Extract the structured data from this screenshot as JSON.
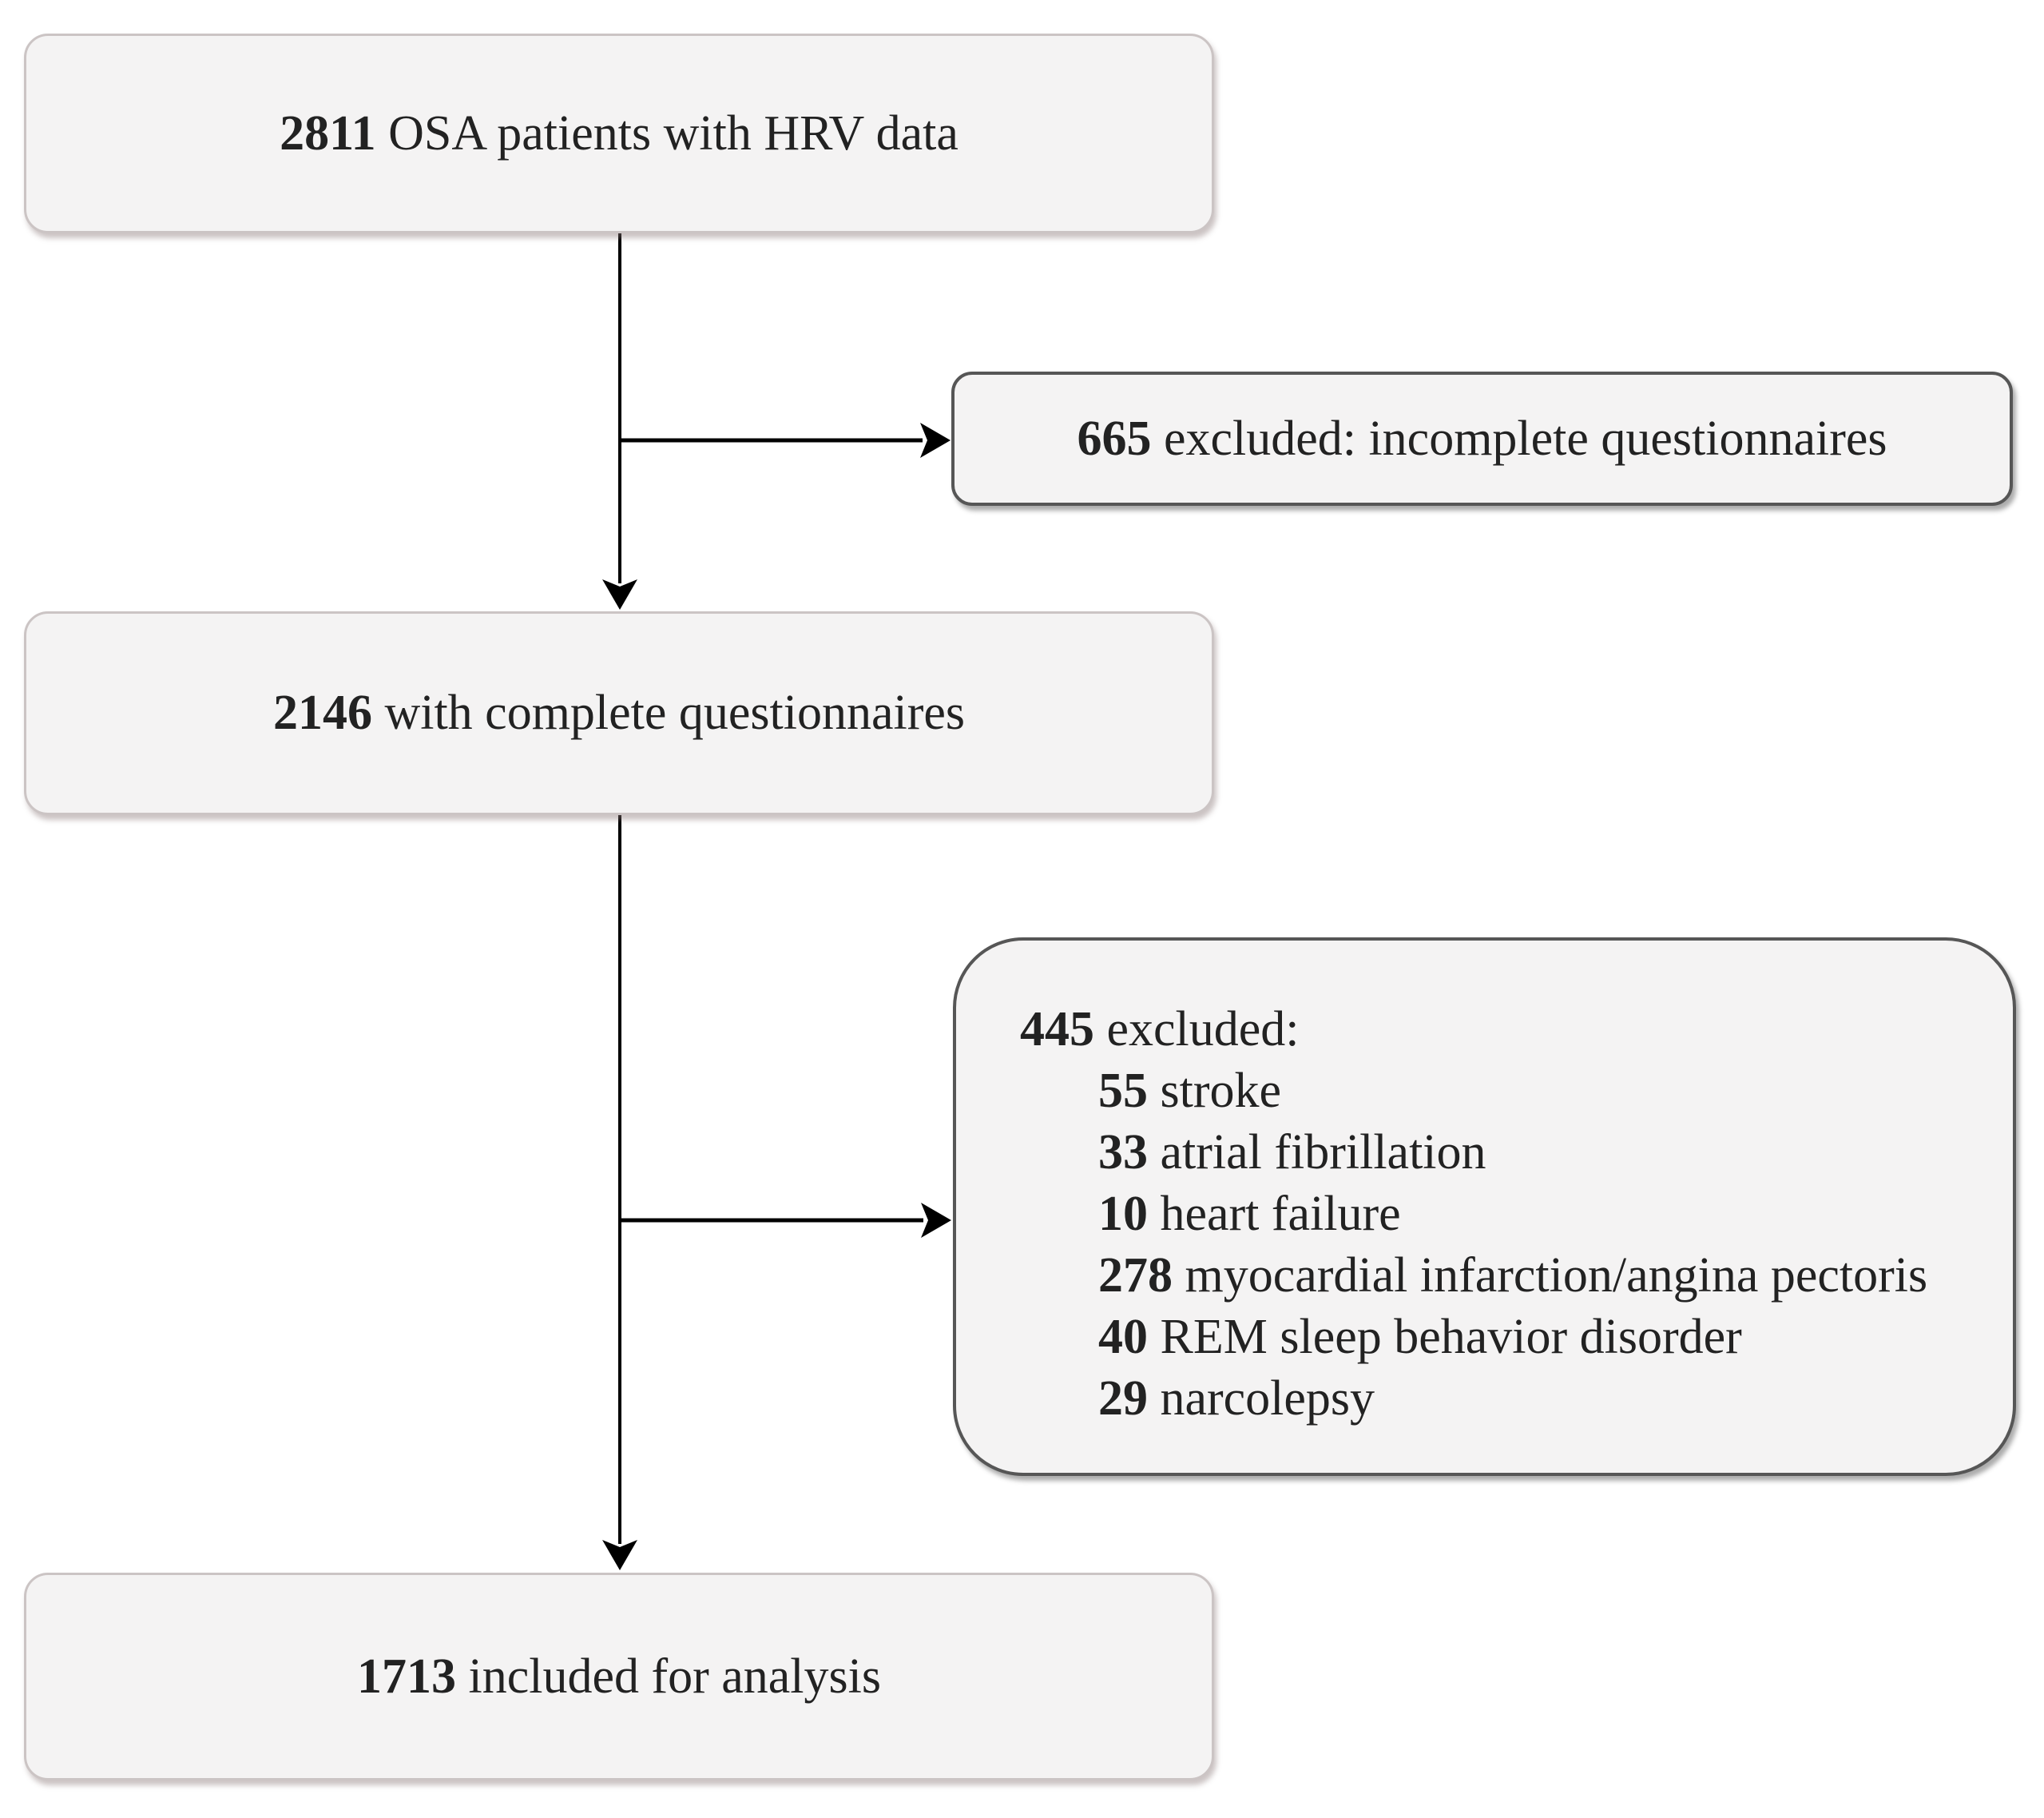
{
  "colors": {
    "box_fill": "#f4f3f3",
    "light_box_border": "#cbc4c4",
    "dark_box_border": "#565656",
    "arrow": "#000000",
    "text": "#222222"
  },
  "nodes": {
    "top": {
      "count": "2811",
      "label": "OSA patients with HRV data"
    },
    "excluded_questionnaires": {
      "count": "665",
      "label": "excluded: incomplete questionnaires"
    },
    "complete_questionnaires": {
      "count": "2146",
      "label": "with complete questionnaires"
    },
    "excluded_comorbidities": {
      "count": "445",
      "label": "excluded:",
      "items": [
        {
          "count": "55",
          "label": "stroke"
        },
        {
          "count": "33",
          "label": "atrial fibrillation"
        },
        {
          "count": "10",
          "label": "heart failure"
        },
        {
          "count": "278",
          "label": "myocardial infarction/angina pectoris"
        },
        {
          "count": "40",
          "label": "REM sleep behavior disorder"
        },
        {
          "count": "29",
          "label": "narcolepsy"
        }
      ]
    },
    "included": {
      "count": "1713",
      "label": "included for analysis"
    }
  }
}
